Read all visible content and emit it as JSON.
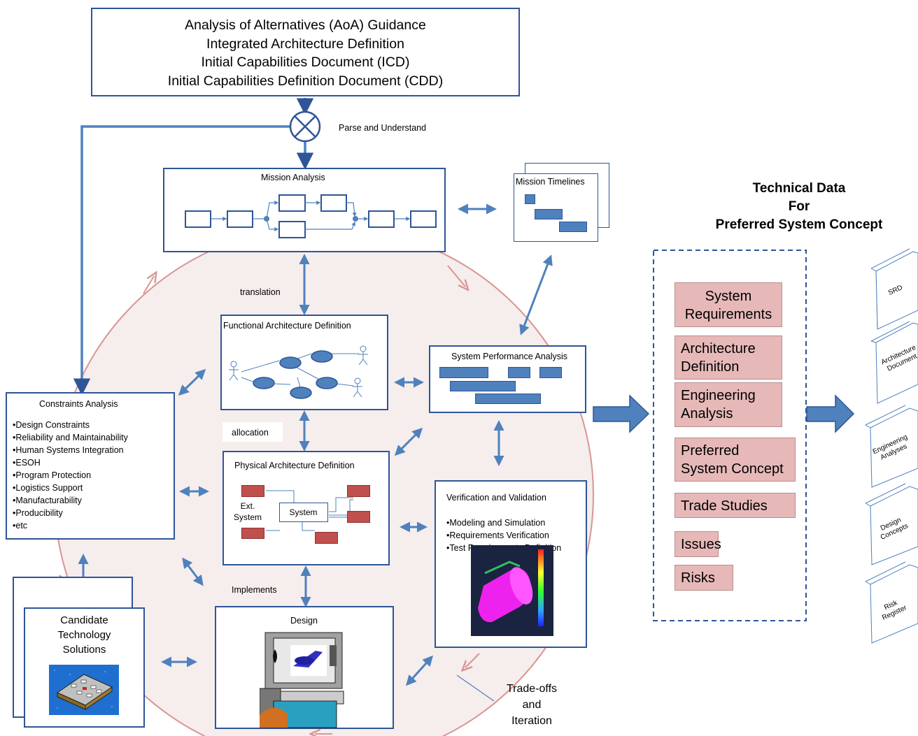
{
  "top_box": {
    "lines": [
      "Analysis of Alternatives (AoA) Guidance",
      "Integrated Architecture Definition",
      "Initial Capabilities Document (ICD)",
      "Initial Capabilities Definition Document (CDD)"
    ]
  },
  "labels": {
    "parse": "Parse and Understand",
    "translation": "translation",
    "allocation": "allocation",
    "implements": "Implements",
    "tradeoffs": [
      "Trade-offs",
      "and",
      "Iteration"
    ]
  },
  "mission_analysis": {
    "title": "Mission  Analysis"
  },
  "mission_timelines": {
    "title": "Mission Timelines"
  },
  "functional_arch": {
    "title": "Functional Architecture Definition"
  },
  "system_performance": {
    "title": "System Performance Analysis"
  },
  "constraints": {
    "title": "Constraints Analysis",
    "items": [
      "•Design Constraints",
      "•Reliability and Maintainability",
      "•Human Systems Integration",
      "•ESOH",
      "•Program Protection",
      "•Logistics Support",
      "•Manufacturability",
      "•Producibility",
      "•etc"
    ]
  },
  "physical_arch": {
    "title": "Physical Architecture Definition",
    "ext_system": [
      "Ext.",
      "System"
    ],
    "system": "System"
  },
  "verification": {
    "title": "Verification and Validation",
    "items": [
      "•Modeling and Simulation",
      "•Requirements Verification",
      "•Test Requirements Definition"
    ]
  },
  "design": {
    "title": "Design"
  },
  "candidate": {
    "lines": [
      "Candidate",
      "Technology",
      "Solutions"
    ]
  },
  "technical_data": {
    "heading": [
      "Technical Data",
      "For",
      "Preferred System Concept"
    ],
    "items": [
      [
        "System",
        "Requirements"
      ],
      [
        "Architecture",
        "Definition"
      ],
      [
        "Engineering",
        "Analysis"
      ],
      [
        "Preferred",
        "System Concept"
      ],
      [
        "Trade Studies"
      ],
      [
        "Issues"
      ],
      [
        "Risks"
      ]
    ]
  },
  "documents": [
    [
      "SRD"
    ],
    [
      "Architecture",
      "Document"
    ],
    [
      "Engineering",
      "Analyses"
    ],
    [
      "Design",
      "Concepts"
    ],
    [
      "Risk",
      "Register"
    ]
  ],
  "colors": {
    "box_border": "#2e5597",
    "arrow": "#4f81bd",
    "pink_fill": "#e6b9b8",
    "cycle": "#d99594"
  }
}
